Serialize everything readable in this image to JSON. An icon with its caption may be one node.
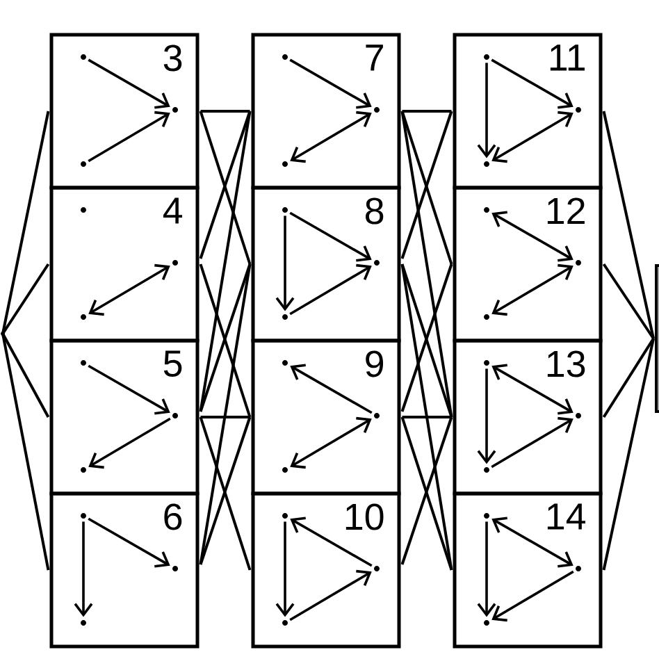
{
  "diagram": {
    "nodes": [
      {
        "text": [],
        "shape": "circle"
      },
      {
        "text": [
          "3"
        ]
      },
      {
        "text": [],
        "shape": "circle",
        "in": 1
      },
      {
        "text": [],
        "shape": "circle",
        "in": 1
      },
      {
        "text": [],
        "shape": "circle",
        "in": 1
      },
      {
        "text": [
          "4"
        ]
      },
      {
        "text": [],
        "shape": "circle",
        "in": 5
      },
      {
        "text": [],
        "shape": "circle",
        "in": 5
      },
      {
        "text": [],
        "shape": "circle",
        "in": 5
      },
      {
        "text": [
          "5"
        ]
      },
      {
        "text": [],
        "shape": "circle",
        "in": 9
      },
      {
        "text": [],
        "shape": "circle",
        "in": 9
      },
      {
        "text": [],
        "shape": "circle",
        "in": 9
      },
      {
        "text": [
          "6"
        ]
      },
      {
        "text": [],
        "shape": "circle",
        "in": 13
      },
      {
        "text": [],
        "shape": "circle",
        "in": 13
      },
      {
        "text": [],
        "shape": "circle",
        "in": 13
      },
      {
        "text": [
          "7"
        ]
      },
      {
        "text": [],
        "shape": "circle",
        "in": 17
      },
      {
        "text": [],
        "shape": "circle",
        "in": 17
      },
      {
        "text": [],
        "shape": "circle",
        "in": 17
      },
      {
        "text": [
          "8"
        ]
      },
      {
        "text": [],
        "shape": "circle",
        "in": 21
      },
      {
        "text": [],
        "shape": "circle",
        "in": 21
      },
      {
        "text": [],
        "shape": "circle",
        "in": 21
      },
      {
        "text": [
          "9"
        ]
      },
      {
        "text": [],
        "shape": "circle",
        "in": 25
      },
      {
        "text": [],
        "shape": "circle",
        "in": 25
      },
      {
        "text": [],
        "shape": "circle",
        "in": 25
      },
      {
        "text": [
          "10"
        ]
      },
      {
        "text": [],
        "shape": "circle",
        "in": 29
      },
      {
        "text": [],
        "shape": "circle",
        "in": 29
      },
      {
        "text": [],
        "shape": "circle",
        "in": 29
      },
      {
        "text": [
          "11"
        ]
      },
      {
        "text": [],
        "shape": "circle",
        "in": 33
      },
      {
        "text": [],
        "shape": "circle",
        "in": 33
      },
      {
        "text": [],
        "shape": "circle",
        "in": 33
      },
      {
        "text": [
          "12"
        ]
      },
      {
        "text": [],
        "shape": "circle",
        "in": 37
      },
      {
        "text": [],
        "shape": "circle",
        "in": 37
      },
      {
        "text": [],
        "shape": "circle",
        "in": 37
      },
      {
        "text": [
          "13"
        ]
      },
      {
        "text": [],
        "shape": "circle",
        "in": 41
      },
      {
        "text": [],
        "shape": "circle",
        "in": 41
      },
      {
        "text": [],
        "shape": "circle",
        "in": 41
      },
      {
        "text": [
          "14"
        ]
      },
      {
        "text": [],
        "shape": "circle",
        "in": 45
      },
      {
        "text": [],
        "shape": "circle",
        "in": 45
      },
      {
        "text": [],
        "shape": "circle",
        "in": 45
      },
      {
        "text": [],
        "shape": "box"
      }
    ],
    "edges": [
      {
        "from": 2,
        "to": 3,
        "arrow": "to"
      },
      {
        "from": 4,
        "to": 3,
        "arrow": "to"
      },
      {
        "from": 8,
        "to": 7,
        "arrow": "both"
      },
      {
        "from": 10,
        "to": 11,
        "arrow": "to"
      },
      {
        "from": 11,
        "to": 12,
        "arrow": "to"
      },
      {
        "from": 14,
        "to": 15,
        "arrow": "to"
      },
      {
        "from": 14,
        "to": 16,
        "arrow": "to"
      },
      {
        "from": 18,
        "to": 19,
        "arrow": "to"
      },
      {
        "from": 20,
        "to": 19,
        "arrow": "both"
      },
      {
        "from": 22,
        "to": 23,
        "arrow": "to"
      },
      {
        "from": 22,
        "to": 24,
        "arrow": "to"
      },
      {
        "from": 24,
        "to": 23,
        "arrow": "to"
      },
      {
        "from": 27,
        "to": 26,
        "arrow": "to"
      },
      {
        "from": 28,
        "to": 27,
        "arrow": "both"
      },
      {
        "from": 31,
        "to": 30,
        "arrow": "to"
      },
      {
        "from": 30,
        "to": 32,
        "arrow": "to"
      },
      {
        "from": 32,
        "to": 31,
        "arrow": "to"
      },
      {
        "from": 34,
        "to": 35,
        "arrow": "to"
      },
      {
        "from": 34,
        "to": 36,
        "arrow": "to"
      },
      {
        "from": 36,
        "to": 35,
        "arrow": "both"
      },
      {
        "from": 38,
        "to": 39,
        "arrow": "both"
      },
      {
        "from": 40,
        "to": 39,
        "arrow": "both"
      },
      {
        "from": 42,
        "to": 43,
        "arrow": "both"
      },
      {
        "from": 42,
        "to": 44,
        "arrow": "to"
      },
      {
        "from": 44,
        "to": 43,
        "arrow": "to"
      },
      {
        "from": 46,
        "to": 47,
        "arrow": "both"
      },
      {
        "from": 46,
        "to": 48,
        "arrow": "to"
      },
      {
        "from": 47,
        "to": 48,
        "arrow": "to"
      },
      {
        "from": 0,
        "to": 1,
        "arrow": "none"
      },
      {
        "from": 0,
        "to": 5,
        "arrow": "none"
      },
      {
        "from": 0,
        "to": 9,
        "arrow": "none"
      },
      {
        "from": 0,
        "to": 13,
        "arrow": "none"
      },
      {
        "from": 1,
        "to": 17,
        "arrow": "none"
      },
      {
        "from": 1,
        "to": 21,
        "arrow": "none"
      },
      {
        "from": 5,
        "to": 17,
        "arrow": "none"
      },
      {
        "from": 5,
        "to": 25,
        "arrow": "none"
      },
      {
        "from": 9,
        "to": 17,
        "arrow": "none"
      },
      {
        "from": 9,
        "to": 21,
        "arrow": "none"
      },
      {
        "from": 9,
        "to": 25,
        "arrow": "none"
      },
      {
        "from": 9,
        "to": 29,
        "arrow": "none"
      },
      {
        "from": 13,
        "to": 21,
        "arrow": "none"
      },
      {
        "from": 13,
        "to": 25,
        "arrow": "none"
      },
      {
        "from": 17,
        "to": 33,
        "arrow": "none"
      },
      {
        "from": 17,
        "to": 37,
        "arrow": "none"
      },
      {
        "from": 17,
        "to": 41,
        "arrow": "none"
      },
      {
        "from": 21,
        "to": 33,
        "arrow": "none"
      },
      {
        "from": 21,
        "to": 41,
        "arrow": "none"
      },
      {
        "from": 21,
        "to": 45,
        "arrow": "none"
      },
      {
        "from": 25,
        "to": 37,
        "arrow": "none"
      },
      {
        "from": 25,
        "to": 41,
        "arrow": "none"
      },
      {
        "from": 25,
        "to": 45,
        "arrow": "none"
      },
      {
        "from": 29,
        "to": 41,
        "arrow": "none"
      },
      {
        "from": 33,
        "to": 49,
        "arrow": "none"
      },
      {
        "from": 37,
        "to": 49,
        "arrow": "none"
      },
      {
        "from": 41,
        "to": 49,
        "arrow": "none"
      },
      {
        "from": 45,
        "to": 49,
        "arrow": "none"
      }
    ]
  }
}
